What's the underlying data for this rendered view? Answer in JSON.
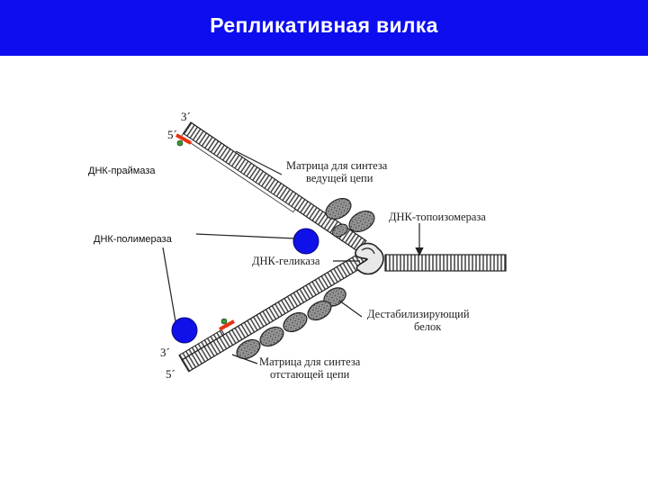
{
  "slide": {
    "title": "Репликативная вилка",
    "header_color": "#0d0df0"
  },
  "labels": {
    "primase": "ДНК-праймаза",
    "polymerase": "ДНК-полимераза",
    "leading_template_1": "Матрица для синтеза",
    "leading_template_2": "ведущей цепи",
    "topoisomerase": "ДНК-топоизомераза",
    "helicase": "ДНК-геликаза",
    "ssb_1": "Дестабилизирующий",
    "ssb_2": "белок",
    "lagging_template_1": "Матрица для синтеза",
    "lagging_template_2": "отстающей цепи",
    "end_3_top": "3´",
    "end_5_top": "5´",
    "end_3_bottom": "3´",
    "end_5_bottom": "5´"
  },
  "colors": {
    "polymerase": "#1010e8",
    "primer": "#e83010",
    "primase_dot": "#30a030"
  }
}
